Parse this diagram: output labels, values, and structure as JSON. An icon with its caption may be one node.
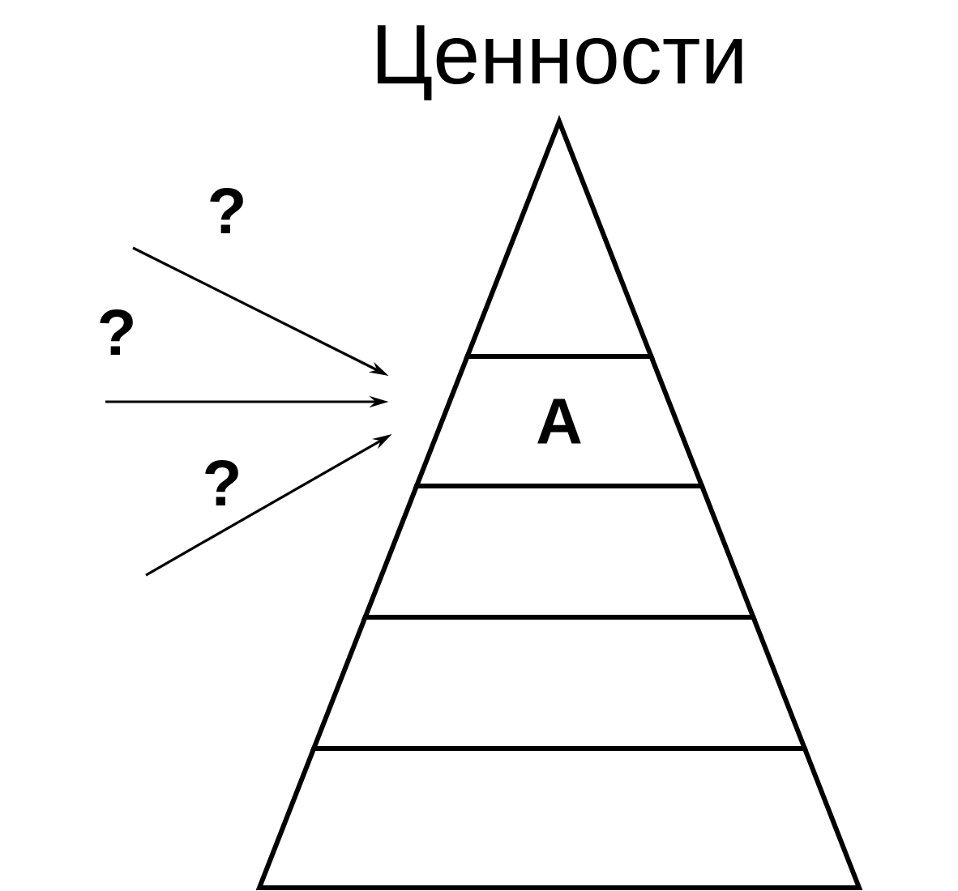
{
  "diagram": {
    "title": "Ценности",
    "nodes": [
      {
        "text": [],
        "shape": "triangle"
      },
      {
        "text": [
          "A"
        ]
      },
      {
        "text": [],
        "shape": "band"
      },
      {
        "text": [],
        "shape": "band"
      },
      {
        "text": [],
        "shape": "band"
      }
    ],
    "edges": [
      {
        "from": null,
        "to": 1,
        "arrow": "to",
        "label": "?"
      },
      {
        "from": null,
        "to": 1,
        "arrow": "to",
        "label": "?"
      },
      {
        "from": null,
        "to": 1,
        "arrow": "to",
        "label": "?"
      }
    ]
  }
}
